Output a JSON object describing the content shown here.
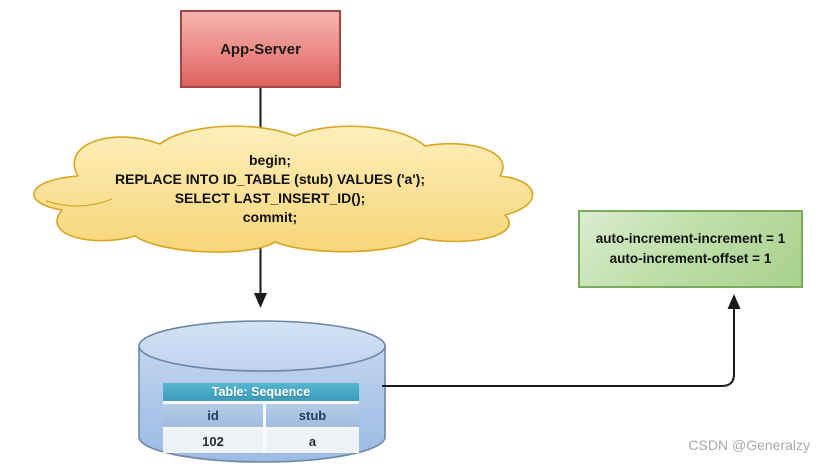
{
  "diagram": {
    "app_server": {
      "label": "App-Server"
    },
    "sql_cloud": {
      "lines": [
        "begin;",
        "REPLACE INTO ID_TABLE (stub) VALUES ('a');",
        "SELECT LAST_INSERT_ID();",
        "commit;"
      ]
    },
    "config_box": {
      "lines": [
        "auto-increment-increment = 1",
        "auto-increment-offset = 1"
      ]
    },
    "database_table": {
      "title": "Table: Sequence",
      "columns": [
        "id",
        "stub"
      ],
      "rows": [
        [
          "102",
          "a"
        ]
      ]
    },
    "watermark": "CSDN @Generalzy",
    "colors": {
      "app_server_fill_top": "#f5b3ae",
      "app_server_fill_bottom": "#dd625e",
      "app_server_border": "#a04744",
      "cloud_fill_top": "#fcedb2",
      "cloud_fill_bottom": "#f7d678",
      "cloud_border": "#d9a420",
      "config_fill_top": "#daecce",
      "config_fill_bottom": "#a8d18d",
      "config_border": "#79aa5e",
      "cylinder_fill_top": "#cedef3",
      "cylinder_fill_bottom": "#9cbbe4",
      "cylinder_border": "#6b87a8",
      "table_header_teal": "#41a7c4",
      "table_col_header_blue": "#aac4e3",
      "table_data_row": "#eef1f6",
      "arrow_color": "#1a1a1a"
    }
  }
}
